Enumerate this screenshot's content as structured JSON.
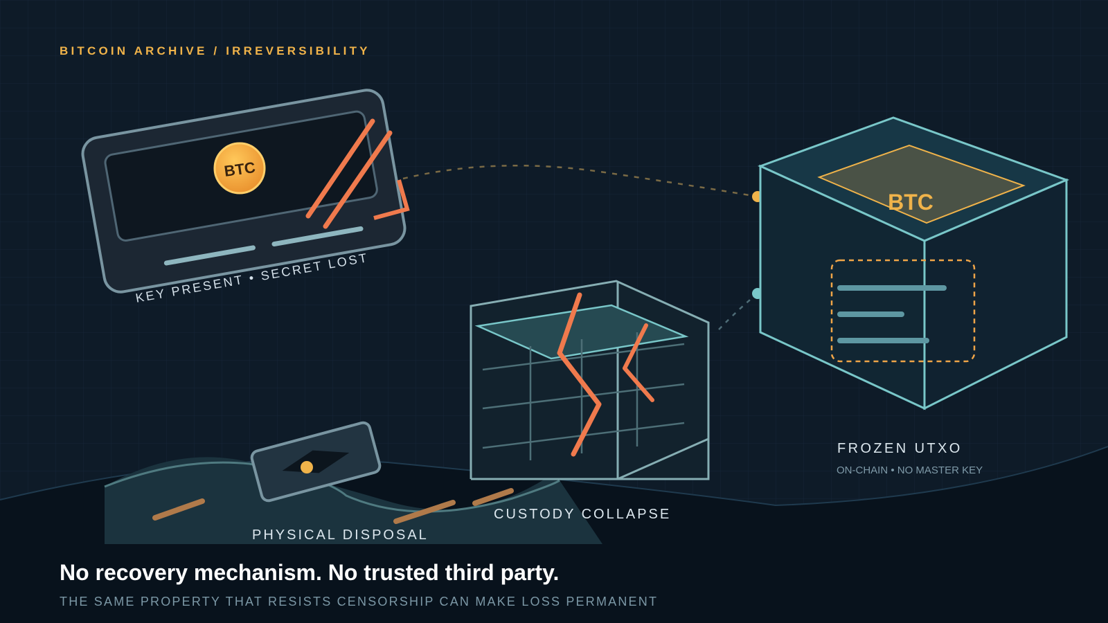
{
  "header": {
    "eyebrow": "BITCOIN ARCHIVE / IRREVERSIBILITY"
  },
  "wallet_card": {
    "coin_label": "BTC",
    "caption": "KEY PRESENT • SECRET LOST"
  },
  "custody": {
    "caption": "CUSTODY COLLAPSE"
  },
  "disposal": {
    "caption": "PHYSICAL DISPOSAL"
  },
  "utxo": {
    "coin_label": "BTC",
    "title": "FROZEN UTXO",
    "subtitle": "ON-CHAIN • NO MASTER KEY"
  },
  "footer": {
    "headline": "No recovery mechanism. No trusted third party.",
    "subline": "THE SAME PROPERTY THAT RESISTS CENSORSHIP CAN MAKE LOSS PERMANENT"
  },
  "colors": {
    "background": "#0d1a26",
    "gold": "#f0b34a",
    "crack": "#f07a4d",
    "teal": "#79c7c9",
    "steel": "#7fa0ab"
  }
}
